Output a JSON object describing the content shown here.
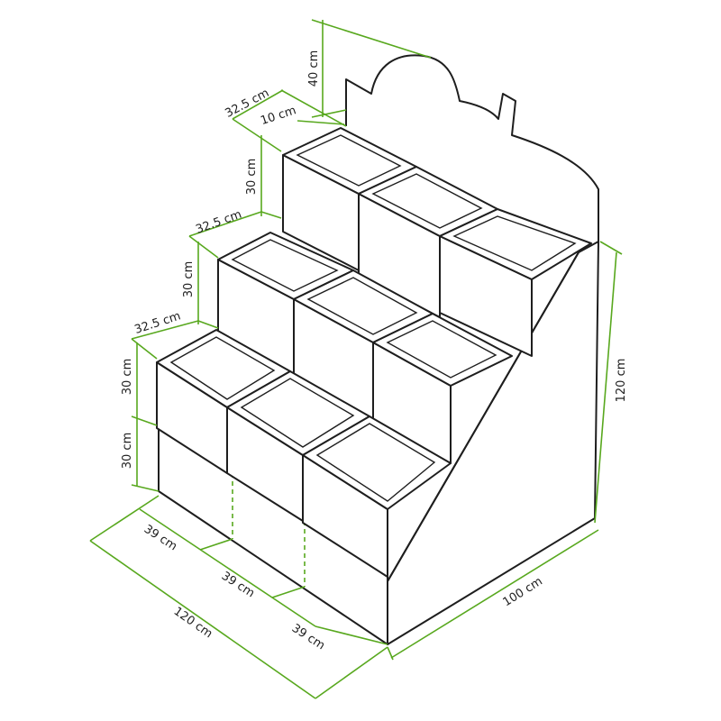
{
  "colors": {
    "outline": "#1e1e1e",
    "dimension": "#58a81e",
    "background": "#ffffff"
  },
  "dimensions": {
    "header_height": "40 cm",
    "top_step_depth": "32.5 cm",
    "header_offset": "10 cm",
    "tier3_height": "30 cm",
    "tier2_depth": "32.5 cm",
    "tier2_height": "30 cm",
    "tier1_depth": "32.5 cm",
    "tier1_height": "30 cm",
    "base_height": "30 cm",
    "column_width_1": "39 cm",
    "column_width_2": "39 cm",
    "column_width_3": "39 cm",
    "total_width": "120 cm",
    "total_height": "120 cm",
    "total_depth": "100 cm"
  }
}
